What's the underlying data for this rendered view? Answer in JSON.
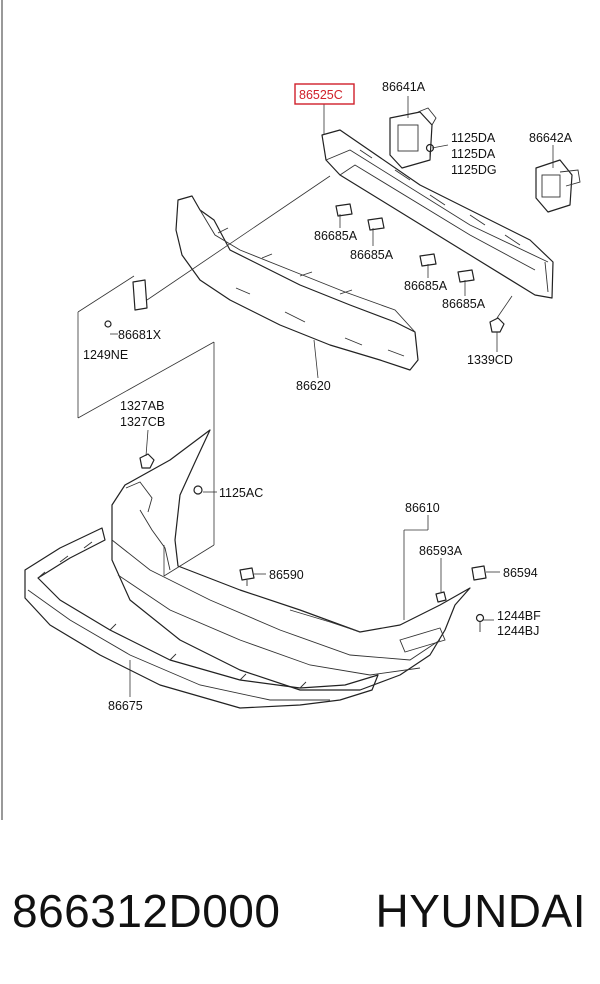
{
  "callouts": {
    "c86525C": "86525C",
    "c86641A": "86641A",
    "c1125DA_1": "1125DA",
    "c1125DA_2": "1125DA",
    "c1125DG": "1125DG",
    "c86642A": "86642A",
    "c86685A_1": "86685A",
    "c86685A_2": "86685A",
    "c86685A_3": "86685A",
    "c86685A_4": "86685A",
    "c86681X": "86681X",
    "c1249NE": "1249NE",
    "c86620": "86620",
    "c1339CD": "1339CD",
    "c1327AB": "1327AB",
    "c1327CB": "1327CB",
    "c1125AC": "1125AC",
    "c86610": "86610",
    "c86593A": "86593A",
    "c86594": "86594",
    "c86590": "86590",
    "c1244BF": "1244BF",
    "c1244BJ": "1244BJ",
    "c86675": "86675"
  },
  "highlight_color": "#d0202a",
  "footer": {
    "part_number": "866312D000",
    "brand": "HYUNDAI"
  }
}
